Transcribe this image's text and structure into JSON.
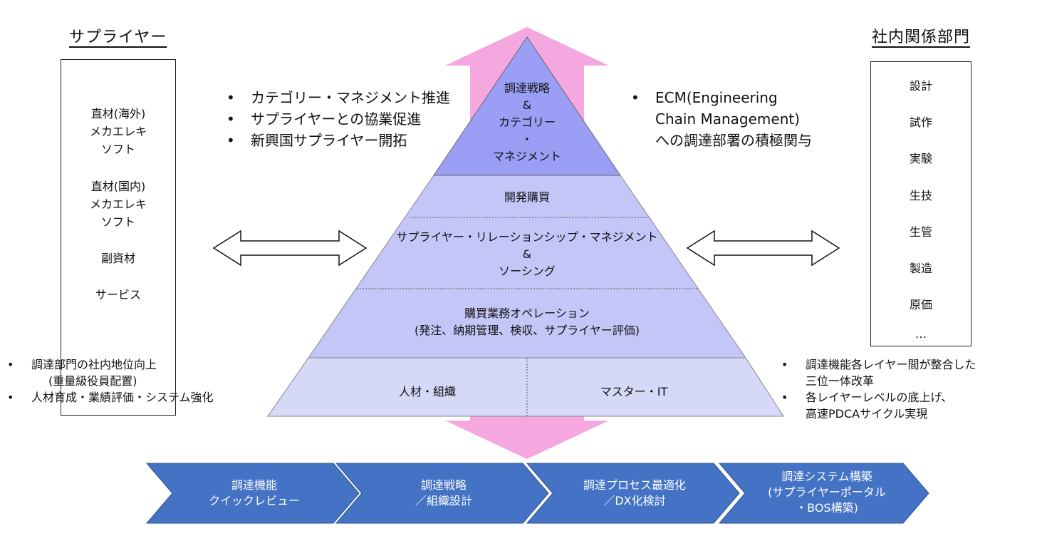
{
  "supplier": {
    "title": "サプライヤー",
    "items": [
      {
        "lines": [
          "直材(海外)",
          "メカエレキ",
          "ソフト"
        ]
      },
      {
        "lines": [
          "直材(国内)",
          "メカエレキ",
          "ソフト"
        ]
      },
      {
        "lines": [
          "副資材"
        ]
      },
      {
        "lines": [
          "サービス"
        ]
      }
    ],
    "notes": [
      "調達部門の社内地位向上",
      "(重量級役員配置)",
      "人材育成・業績評価・システム強化"
    ]
  },
  "internal": {
    "title": "社内関係部門",
    "items": [
      "設計",
      "試作",
      "実験",
      "生技",
      "生管",
      "製造",
      "原価",
      "…"
    ],
    "notes": [
      "調達機能各レイヤー間が整合した",
      "三位一体改革",
      "各レイヤーレベルの底上げ、",
      "高速PDCAサイクル実現"
    ]
  },
  "center_notes_left": [
    "カテゴリー・マネジメント推進",
    "サプライヤーとの協業促進",
    "新興国サプライヤー開拓"
  ],
  "center_notes_right": [
    "ECM(Engineering",
    "Chain Management)",
    "への調達部署の積極関与"
  ],
  "pyramid": {
    "top": [
      "調達戦略",
      "&",
      "カテゴリー",
      "・",
      "マネジメント"
    ],
    "layer2": "開発購買",
    "layer3": [
      "サプライヤー・リレーションシップ・マネジメント",
      "&",
      "ソーシング"
    ],
    "layer4": [
      "購買業務オペレーション",
      "(発注、納期管理、検収、サプライヤー評価)"
    ],
    "base_left": "人材・組織",
    "base_right": "マスター・IT"
  },
  "steps": [
    {
      "lines": [
        "調達機能",
        "クイックレビュー"
      ]
    },
    {
      "lines": [
        "調達戦略",
        "／組織設計"
      ]
    },
    {
      "lines": [
        "調達プロセス最適化",
        "／DX化検討"
      ]
    },
    {
      "lines": [
        "調達システム構築",
        "(サプライヤーポータル",
        "・BOS構築)"
      ]
    }
  ],
  "colors": {
    "pink_arrow": "#f5a8e0",
    "pyramid_top": "#9b9ef5",
    "pyramid_layer": "#c4c6f8",
    "pyramid_base": "#d6d8f7",
    "chevron": "#4472c4"
  }
}
